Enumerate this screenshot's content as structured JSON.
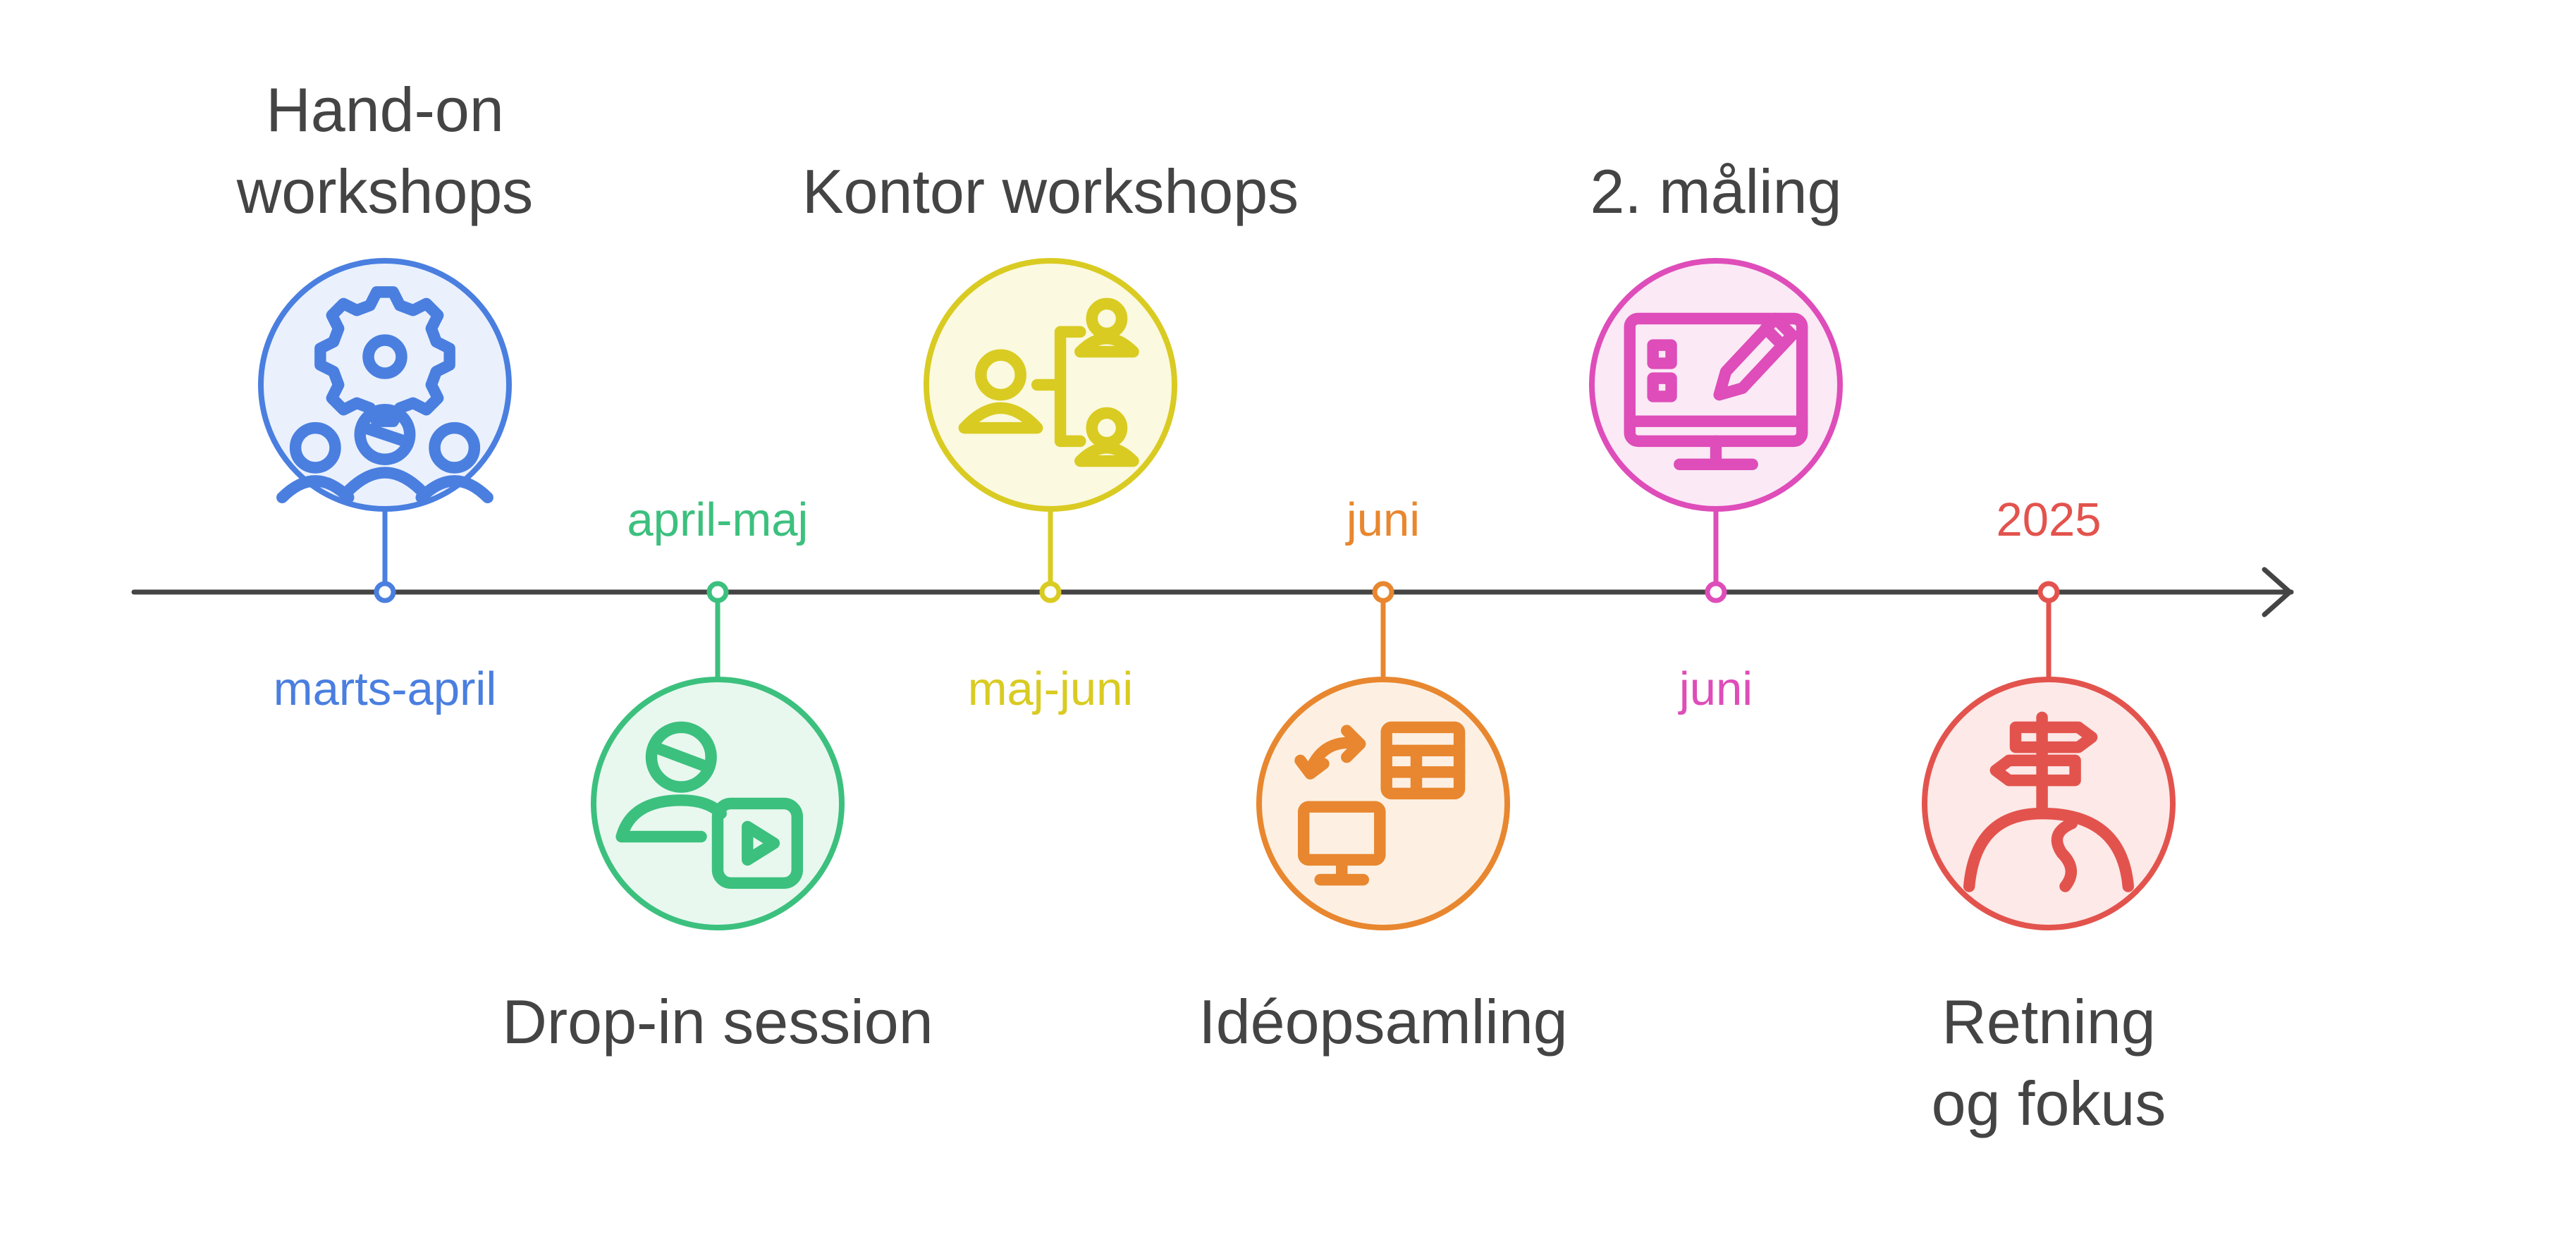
{
  "timeline": {
    "milestones": [
      {
        "title": "Hand-on workshops",
        "title_lines": [
          "Hand-on",
          "workshops"
        ],
        "date": "marts-april",
        "color": "#4A7FE0",
        "fill": "#EAF1FD",
        "icon": "gear-people-icon"
      },
      {
        "title": "Drop-in session",
        "title_lines": [
          "Drop-in session"
        ],
        "date": "april-maj",
        "color": "#3CC07E",
        "fill": "#E8F8EF",
        "icon": "person-video-icon"
      },
      {
        "title": "Kontor workshops",
        "title_lines": [
          "Kontor workshops"
        ],
        "date": "maj-juni",
        "color": "#D9CB22",
        "fill": "#FBF9DF",
        "icon": "team-hierarchy-icon"
      },
      {
        "title": "Idéopsamling",
        "title_lines": [
          "Idéopsamling"
        ],
        "date": "juni",
        "color": "#E8872F",
        "fill": "#FDF0E3",
        "icon": "data-transfer-icon"
      },
      {
        "title": "2. måling",
        "title_lines": [
          "2. måling"
        ],
        "date": "juni",
        "color": "#DE4DB9",
        "fill": "#FBE9F6",
        "icon": "monitor-checklist-icon"
      },
      {
        "title": "Retning og fokus",
        "title_lines": [
          "Retning",
          "og fokus"
        ],
        "date": "2025",
        "color": "#E3534D",
        "fill": "#FCE9E8",
        "icon": "signpost-hill-icon"
      }
    ]
  }
}
